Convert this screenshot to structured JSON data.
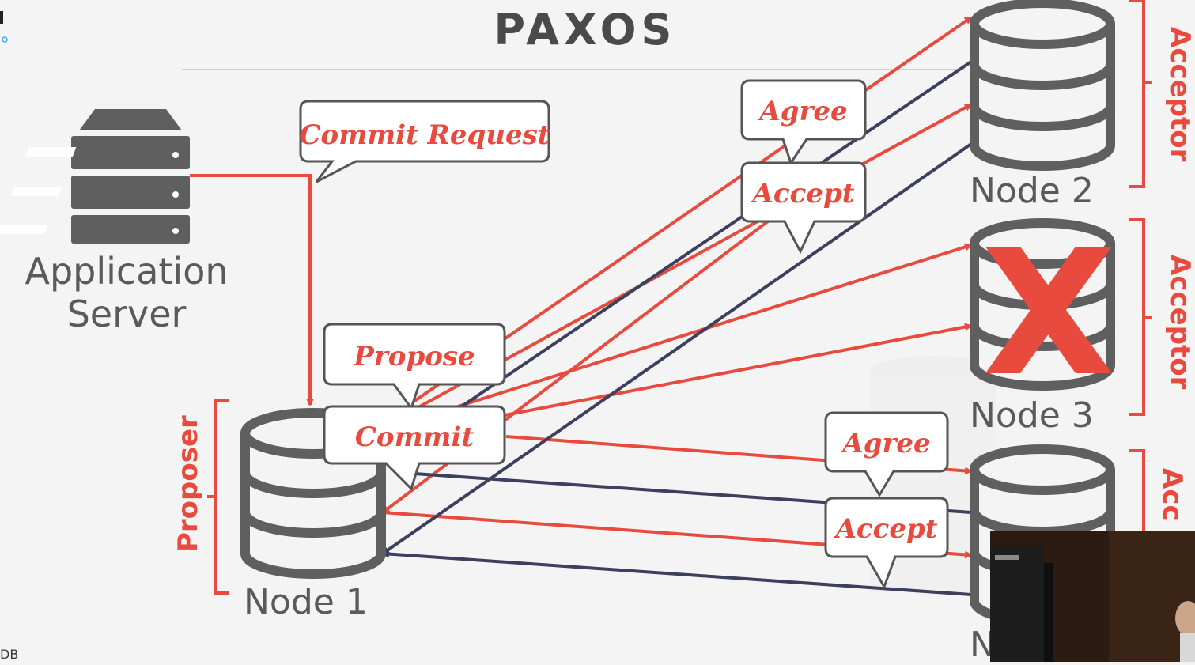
{
  "slide": {
    "title": "PAXOS"
  },
  "application_server": {
    "label_line1": "Application",
    "label_line2": "Server"
  },
  "nodes": [
    {
      "id": "node1",
      "label": "Node 1",
      "role": "Proposer"
    },
    {
      "id": "node2",
      "label": "Node 2",
      "role": "Acceptor"
    },
    {
      "id": "node3",
      "label": "Node 3",
      "role": "Acceptor",
      "failed": true
    },
    {
      "id": "node4",
      "label": "N",
      "role": "Acc"
    }
  ],
  "bubbles": {
    "commit_request": "Commit Request",
    "propose": "Propose",
    "commit": "Commit",
    "agree_top": "Agree",
    "accept_top": "Accept",
    "agree_bottom": "Agree",
    "accept_bottom": "Accept"
  },
  "colors": {
    "accent_red": "#e84a3e",
    "navy": "#3c3f5e",
    "db_gray": "#5f5f5f",
    "background": "#f4f4f4"
  },
  "corner_text": "DB"
}
